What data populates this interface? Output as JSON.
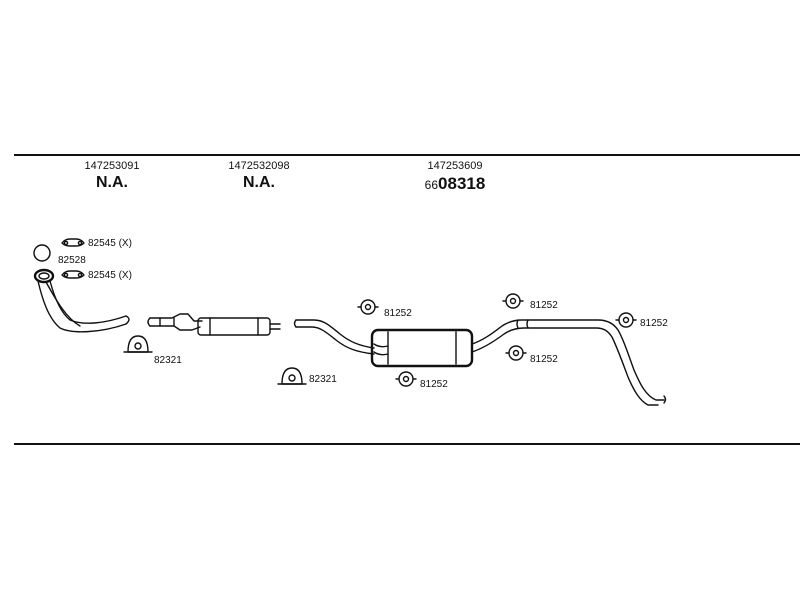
{
  "header": {
    "columns": [
      {
        "part_number": "147253091",
        "status": "N.A."
      },
      {
        "part_number": "1472532098",
        "status": "N.A."
      },
      {
        "part_number": "147253609",
        "code_prefix": "66",
        "code_main": "08318"
      }
    ]
  },
  "callouts": {
    "clamp_top": "82545 (X)",
    "ring_gasket": "82528",
    "clamp_bottom": "82545 (X)",
    "clamp_left_front": "82321",
    "clamp_left_mid": "82321",
    "hanger_muffler_top": "81252",
    "hanger_muffler_bottom": "81252",
    "hanger_rear_top": "81252",
    "hanger_rear_bottom": "81252",
    "hanger_tail": "81252"
  }
}
